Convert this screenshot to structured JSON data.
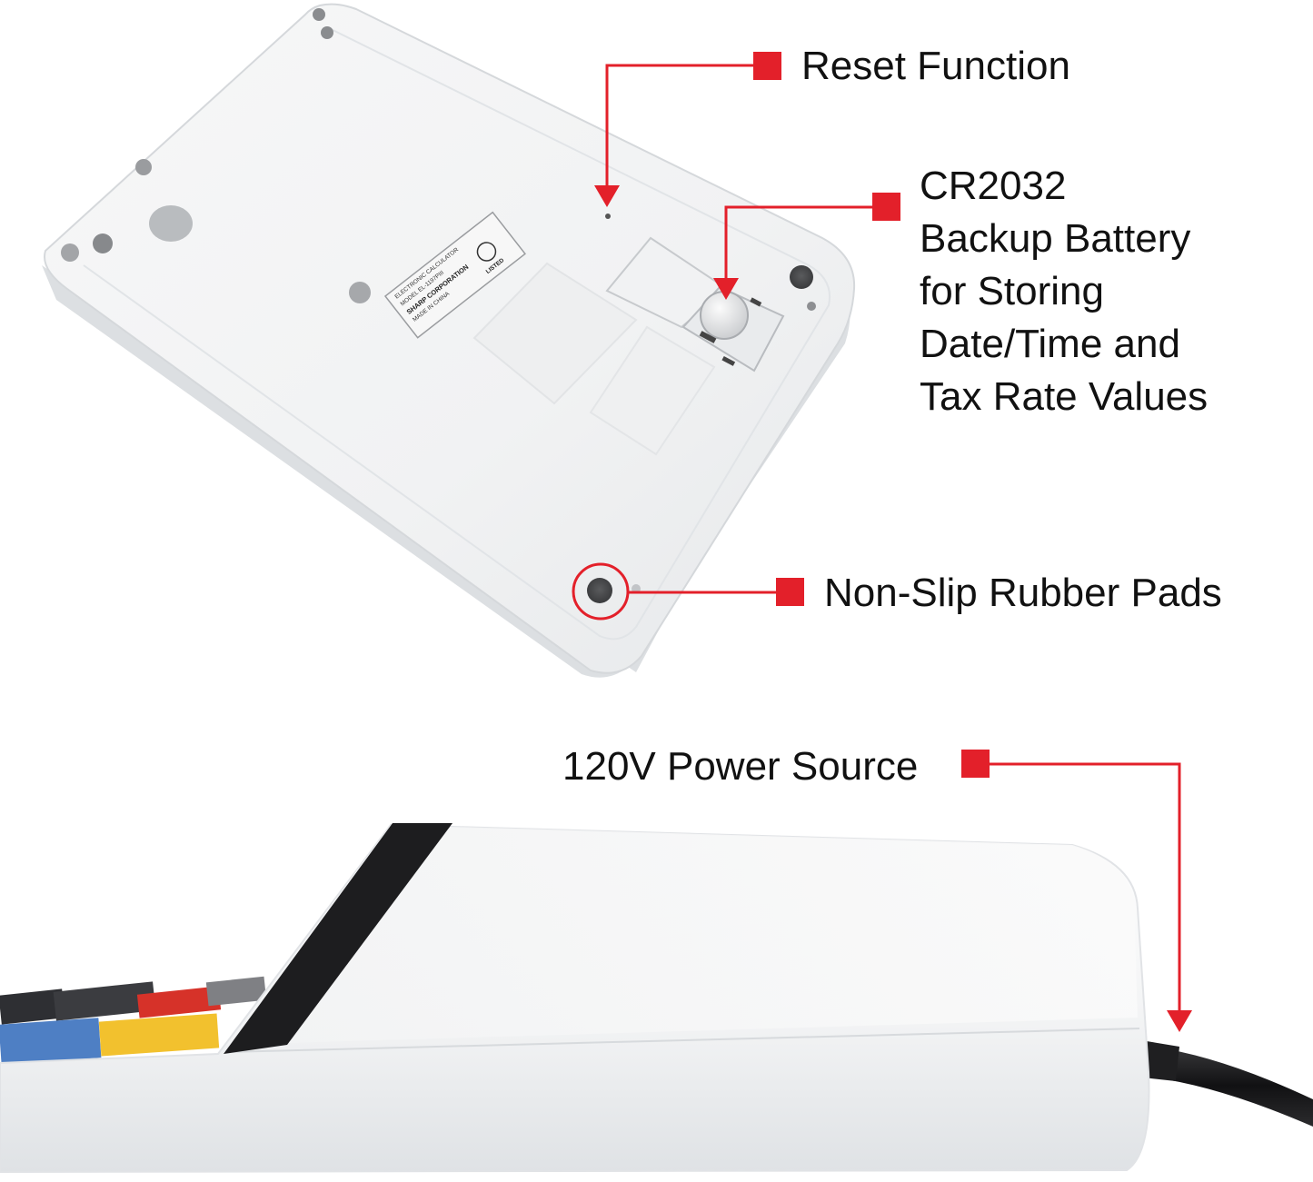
{
  "colors": {
    "callout_red": "#e3202a",
    "device_white": "#f2f3f4",
    "device_shadow": "#d7dadd",
    "rubber_pad": "#4c4d4f",
    "bezel_black": "#1d1d1f"
  },
  "callouts": {
    "reset": {
      "label": "Reset Function"
    },
    "battery": {
      "lines": [
        "CR2032",
        "Backup Battery",
        "for Storing",
        "Date/Time and",
        "Tax Rate Values"
      ]
    },
    "pads": {
      "label": "Non-Slip Rubber Pads"
    },
    "power": {
      "label": "120V Power Source"
    }
  },
  "product_label": {
    "lines": [
      "ELECTRONIC CALCULATOR",
      "MODEL EL-1197PIII",
      "SHARP CORPORATION",
      "MADE IN CHINA",
      "LISTED"
    ]
  }
}
